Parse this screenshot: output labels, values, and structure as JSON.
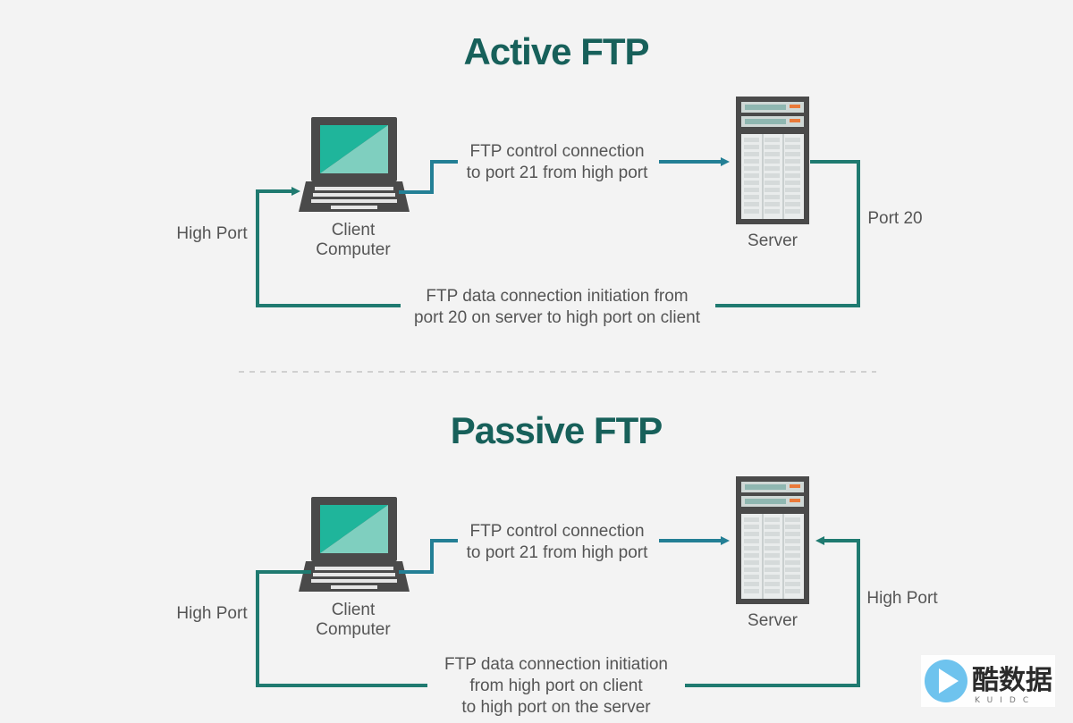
{
  "active": {
    "title": "Active FTP",
    "client_label": [
      "Client",
      "Computer"
    ],
    "server_label": "Server",
    "control_label": [
      "FTP control connection",
      "to port 21 from high port"
    ],
    "data_label": [
      "FTP data connection initiation from",
      "port 20 on server to high port on client"
    ],
    "client_port": "High Port",
    "server_port": "Port 20"
  },
  "passive": {
    "title": "Passive FTP",
    "client_label": [
      "Client",
      "Computer"
    ],
    "server_label": "Server",
    "control_label": [
      "FTP control connection",
      "to port 21 from high port"
    ],
    "data_label": [
      "FTP data connection initiation",
      "from high port on client",
      "to high port on the server"
    ],
    "client_port": "High Port",
    "server_port": "High Port"
  },
  "watermark": {
    "text": "酷数据",
    "sub": "KUIDC"
  },
  "colors": {
    "title": "#17605a",
    "control_line": "#237f95",
    "data_line": "#1f7a70",
    "device_body": "#4a4a4a",
    "screen": "#1fb59b",
    "server_accent": "#e97a3a"
  }
}
